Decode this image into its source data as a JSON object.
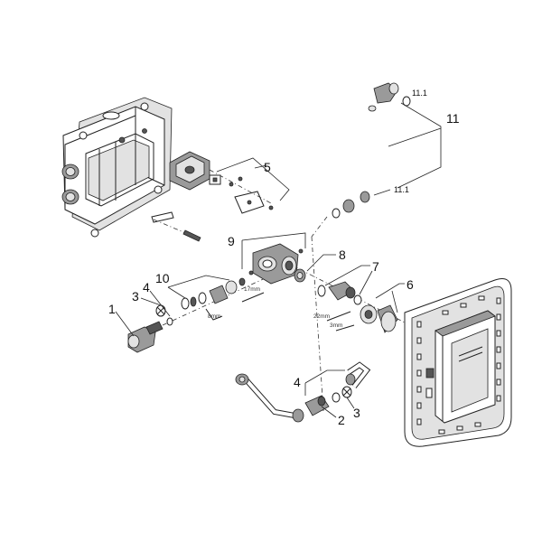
{
  "callouts": {
    "c1": "1",
    "c2": "2",
    "c3a": "3",
    "c3b": "3",
    "c4a": "4",
    "c4b": "4",
    "c5": "5",
    "c6": "6",
    "c7": "7",
    "c8": "8",
    "c9": "9",
    "c10": "10",
    "c11": "11",
    "c11_1a": "11.1",
    "c11_1b": "11.1"
  },
  "dimensions": {
    "d17mm": "17mm",
    "d8mm": "8mm",
    "d22mm": "22mm",
    "d3mm": "3mm"
  }
}
